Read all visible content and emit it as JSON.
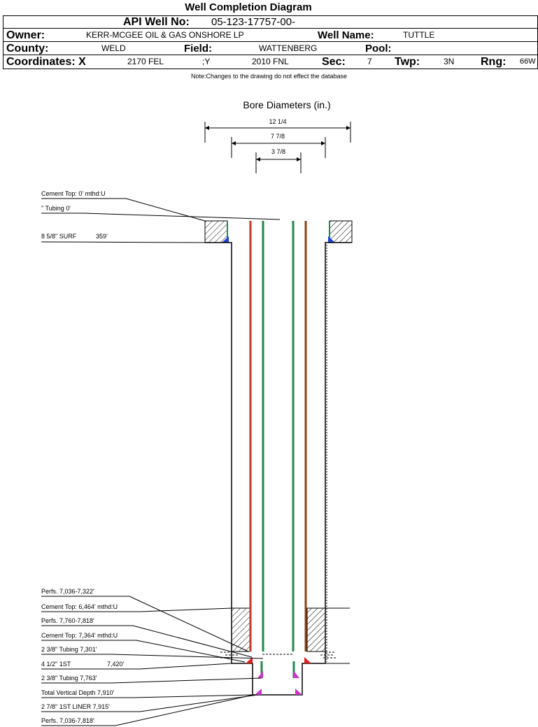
{
  "title": "Well Completion Diagram",
  "api": {
    "label": "API Well No:",
    "value": "05-123-17757-00-"
  },
  "owner": {
    "label": "Owner:",
    "value": "KERR-MCGEE OIL & GAS ONSHORE LP"
  },
  "well_name": {
    "label": "Well Name:",
    "value": "TUTTLE"
  },
  "county": {
    "label": "County:",
    "value": "WELD"
  },
  "field": {
    "label": "Field:",
    "value": "WATTENBERG"
  },
  "pool": {
    "label": "Pool:",
    "value": ""
  },
  "coordinates": {
    "label": "Coordinates: X",
    "x": "2170 FEL",
    "y_label": ";Y",
    "y": "2010 FNL"
  },
  "sec": {
    "label": "Sec:",
    "value": "7"
  },
  "twp": {
    "label": "Twp:",
    "value": "3N"
  },
  "rng": {
    "label": "Rng:",
    "value": "66W"
  },
  "note": "Note:Changes to the drawing do not effect the database",
  "bore": {
    "title": "Bore Diameters (in.)",
    "d1": "12 1/4",
    "d2": "7 7/8",
    "d3": "3 7/8"
  },
  "labels": {
    "cement_top_0": "Cement Top: 0' mthd:U",
    "tubing_0": "\" Tubing 0'",
    "surf": "8 5/8\" SURF",
    "surf_depth": "359'",
    "perfs_1": "Perfs. 7,036-7,322'",
    "cement_top_6464": "Cement Top: 6,464' mthd:U",
    "perfs_2": "Perfs. 7,760-7,818'",
    "cement_top_7364": "Cement Top: 7,364' mthd:U",
    "tubing_7301": "2 3/8\" Tubing 7,301'",
    "first_csg": "4 1/2\" 1ST",
    "first_csg_depth": "7,420'",
    "tubing_7763": "2 3/8\" Tubing 7,763'",
    "tvd": "Total Vertical Depth 7,910'",
    "liner": "2 7/8\" 1ST LINER  7,915'",
    "perfs_3": "Perfs. 7,036-7,818'"
  },
  "colors": {
    "tubing_red": "#c0392b",
    "tubing_brown": "#8b4513",
    "tubing_green": "#1f8a4c",
    "shoe_blue": "#1a3fd6",
    "shoe_red": "#e02020",
    "shoe_magenta": "#cc33cc"
  }
}
